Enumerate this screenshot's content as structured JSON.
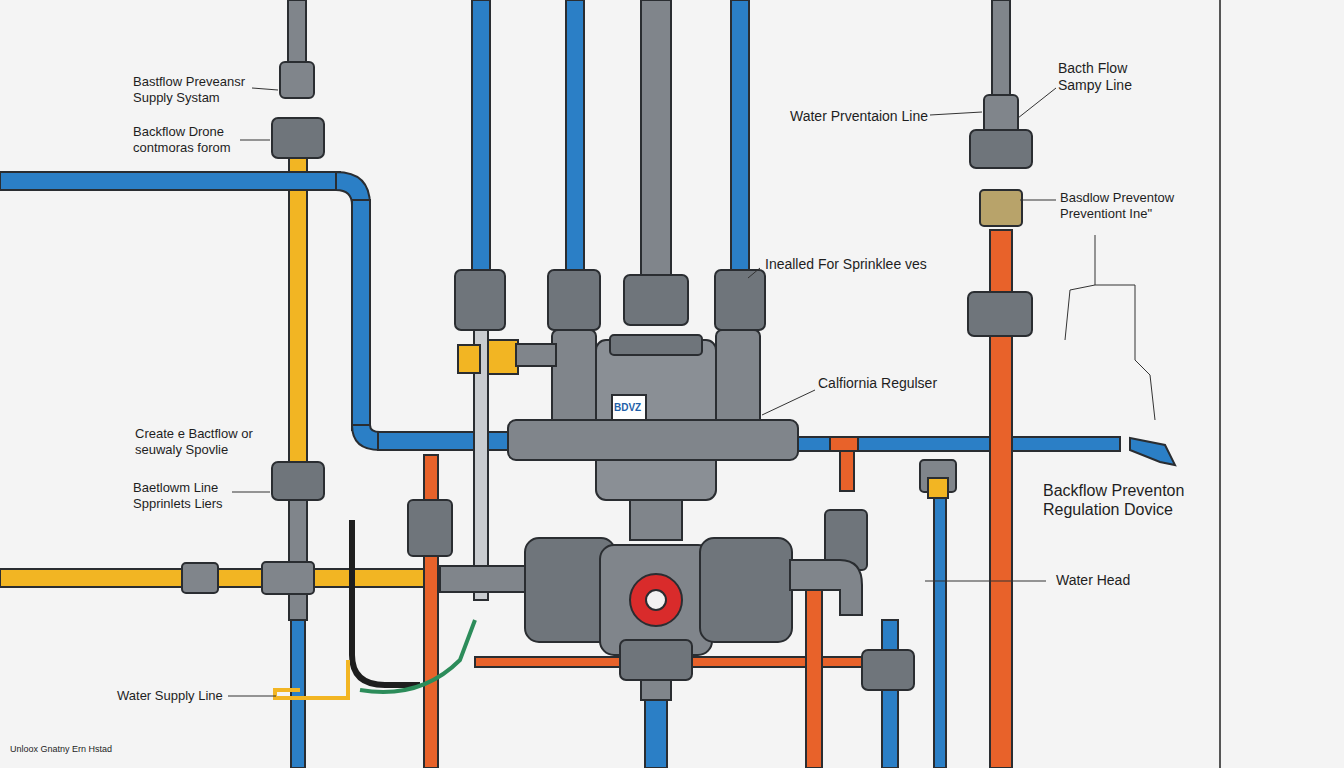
{
  "diagram": {
    "labels": [
      "Bastflow Preveansr Supply Systam",
      "Backflow Drone contmoras forom",
      "Water Prventaion Line",
      "Bacth Flow Sampy Line",
      "Basdlow Preventow Preventiont Ine\"",
      "Inealled For Sprinklee ves",
      "Calfiornia Regulser",
      "Create e Bactflow or seuwaly Spovlie",
      "Baetlowm Line Spprinlets Liers",
      "Backflow Preventon Regulation Dovice",
      "Water Head",
      "Water Supply Line",
      "Unloox Gnatny Ern Hstad",
      "BDVZ"
    ]
  }
}
